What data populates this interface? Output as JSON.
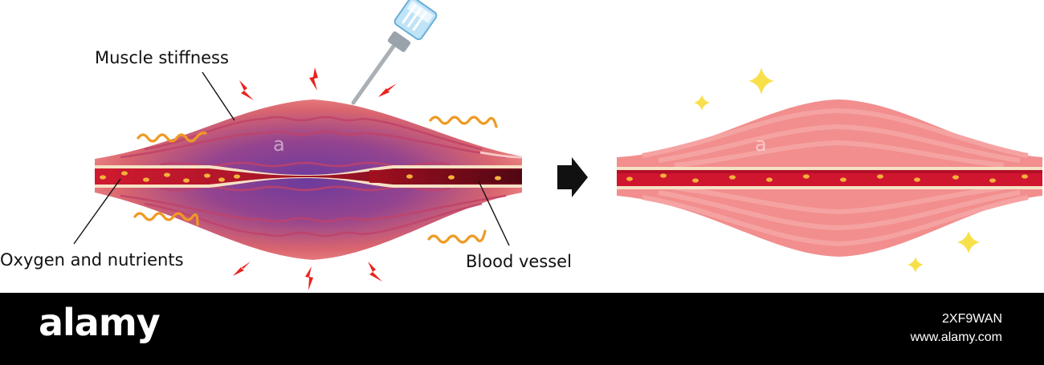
{
  "labels": {
    "muscle_stiffness": "Muscle stiffness",
    "oxygen_nutrients": "Oxygen and nutrients",
    "blood_vessel": "Blood vessel"
  },
  "watermark": {
    "brand": "alamy",
    "image_id": "2XF9WAN",
    "site": "www.alamy.com"
  },
  "colors": {
    "muscle_pink": "#f08a8c",
    "muscle_light": "#f7b4b2",
    "stiff_purple": "#7a3f9a",
    "vessel_dark": "#7c0f1f",
    "vessel_red": "#c8102e",
    "nutrient_yellow": "#f3b23a",
    "lightning_red": "#e8231f",
    "squiggle_orange": "#ef9a23",
    "sparkle_yellow": "#f7e04a",
    "arrow_black": "#111111",
    "footer_bg": "#000000"
  }
}
